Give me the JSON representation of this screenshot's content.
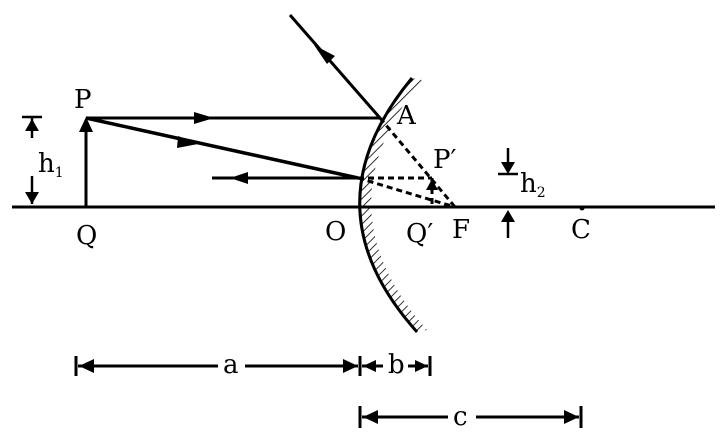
{
  "labels": {
    "P": "P",
    "Q": "Q",
    "A": "A",
    "O": "O",
    "P_prime": "P′",
    "Q_prime": "Q′",
    "F": "F",
    "C": "C",
    "h1_main": "h",
    "h1_sub": "1",
    "h2_main": "h",
    "h2_sub": "2",
    "a": "a",
    "b": "b",
    "c": "c"
  },
  "colors": {
    "ink": "#000000",
    "background": "#ffffff"
  }
}
